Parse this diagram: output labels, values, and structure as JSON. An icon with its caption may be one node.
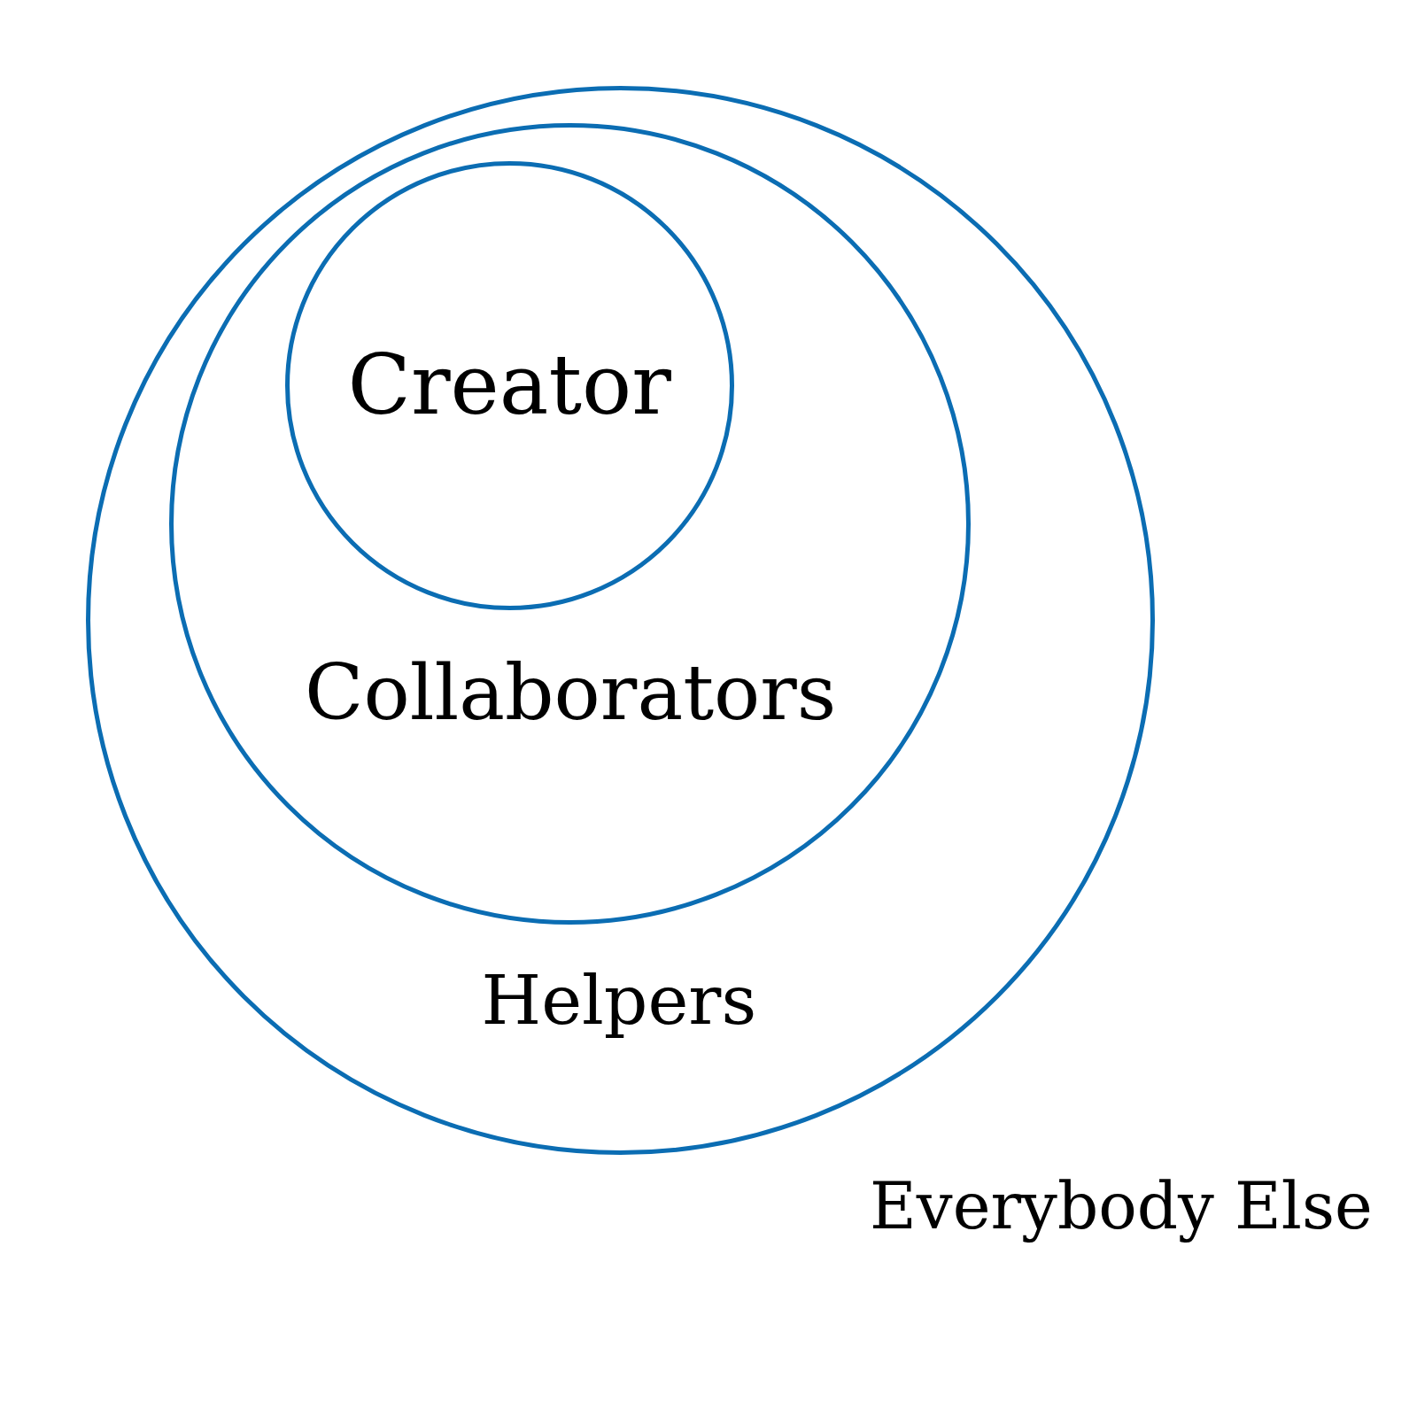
{
  "diagram": {
    "nodes": [
      {
        "text": [
          "Helpers"
        ]
      },
      {
        "text": [
          "Collaborators"
        ],
        "in": 0
      },
      {
        "text": [
          "Creator"
        ],
        "in": 1
      }
    ],
    "labels": [
      "Everybody Else"
    ]
  }
}
